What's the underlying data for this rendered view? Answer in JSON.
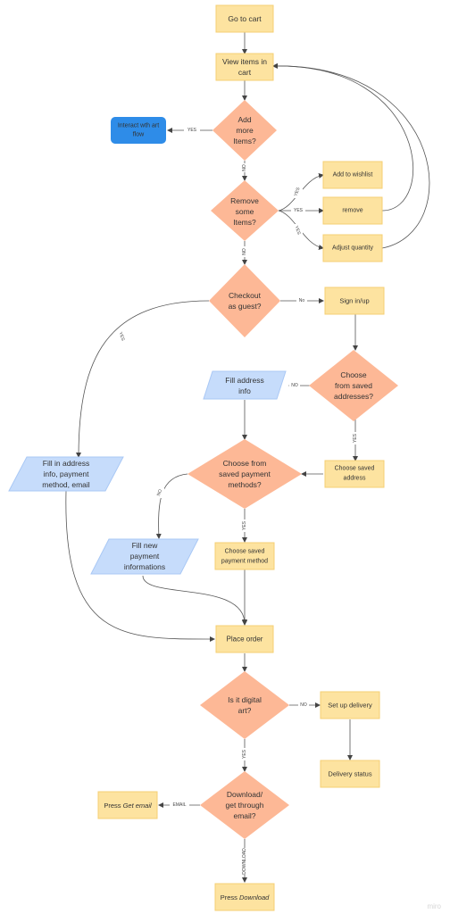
{
  "flow": {
    "go_to_cart": "Go to cart",
    "view_items": [
      "View items in",
      "cart"
    ],
    "add_more": [
      "Add",
      "more",
      "Items?"
    ],
    "interact_art": [
      "Interact wth art",
      "flow"
    ],
    "remove_some": [
      "Remove",
      "some",
      "Items?"
    ],
    "add_wishlist": "Add to wishlist",
    "remove": "remove",
    "adjust_qty": "Adjust quantity",
    "checkout_guest": [
      "Checkout",
      "as guest?"
    ],
    "sign_in": "Sign in/up",
    "choose_saved_addr_q": [
      "Choose",
      "from saved",
      "addresses?"
    ],
    "fill_address": [
      "Fill address",
      "info"
    ],
    "fill_in_address": [
      "Fill in address",
      "info, payment",
      "method, email"
    ],
    "choose_saved_address": [
      "Choose saved",
      "address"
    ],
    "choose_payment_q": [
      "Choose from",
      "saved payment",
      "methods?"
    ],
    "fill_new_payment": [
      "Fill new",
      "payment",
      "informations"
    ],
    "choose_saved_payment": [
      "Choose saved",
      "payment method"
    ],
    "place_order": "Place order",
    "is_digital": [
      "Is it digital",
      "art?"
    ],
    "set_up_delivery": "Set up delivery",
    "delivery_status": "Delivery status",
    "download_q": [
      "Download/",
      "get through",
      "email?"
    ],
    "press_get_email": [
      "Press ",
      "Get email"
    ],
    "press_download": [
      "Press ",
      "Download"
    ]
  },
  "edges": {
    "yes": "YES",
    "no": "NO",
    "no_mixed": "No",
    "email": "EMAIL",
    "download": "DOWNLOAD"
  },
  "watermark": "miro",
  "colors": {
    "process_fill": "#fde3a0",
    "process_stroke": "#f5cf73",
    "decision_fill": "#fdb896",
    "io_fill": "#c6dcfb",
    "io_stroke": "#a9c8f5",
    "terminal_fill": "#2e8ce8",
    "edge": "#444444"
  }
}
